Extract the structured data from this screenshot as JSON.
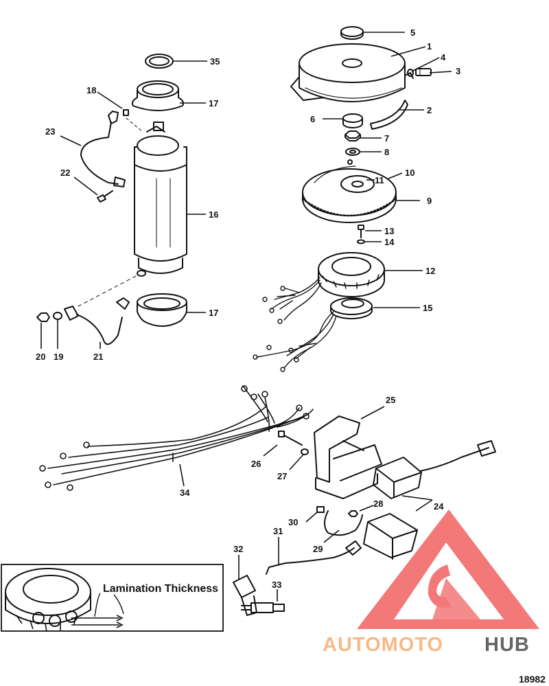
{
  "diagram": {
    "figure_number": "18982",
    "inset_label": "Lamination Thickness",
    "callouts": [
      {
        "id": "5",
        "text": "5"
      },
      {
        "id": "1",
        "text": "1"
      },
      {
        "id": "4",
        "text": "4"
      },
      {
        "id": "3",
        "text": "3"
      },
      {
        "id": "2",
        "text": "2"
      },
      {
        "id": "6",
        "text": "6"
      },
      {
        "id": "7",
        "text": "7"
      },
      {
        "id": "8",
        "text": "8"
      },
      {
        "id": "10",
        "text": "10"
      },
      {
        "id": "11",
        "text": "11"
      },
      {
        "id": "9",
        "text": "9"
      },
      {
        "id": "13",
        "text": "13"
      },
      {
        "id": "14",
        "text": "14"
      },
      {
        "id": "12",
        "text": "12"
      },
      {
        "id": "15",
        "text": "15"
      },
      {
        "id": "35",
        "text": "35"
      },
      {
        "id": "18",
        "text": "18"
      },
      {
        "id": "17a",
        "text": "17"
      },
      {
        "id": "23",
        "text": "23"
      },
      {
        "id": "22",
        "text": "22"
      },
      {
        "id": "16",
        "text": "16"
      },
      {
        "id": "17b",
        "text": "17"
      },
      {
        "id": "20",
        "text": "20"
      },
      {
        "id": "19",
        "text": "19"
      },
      {
        "id": "21",
        "text": "21"
      },
      {
        "id": "25",
        "text": "25"
      },
      {
        "id": "26",
        "text": "26"
      },
      {
        "id": "27",
        "text": "27"
      },
      {
        "id": "34",
        "text": "34"
      },
      {
        "id": "24",
        "text": "24"
      },
      {
        "id": "28",
        "text": "28"
      },
      {
        "id": "30",
        "text": "30"
      },
      {
        "id": "31",
        "text": "31"
      },
      {
        "id": "29",
        "text": "29"
      },
      {
        "id": "32",
        "text": "32"
      },
      {
        "id": "33",
        "text": "33"
      }
    ]
  },
  "watermark": {
    "logo_name": "automotohub-logo",
    "text_part1": "AUTOMOTO",
    "text_part2": "HUB",
    "color_primary": "#f26a6a",
    "color_secondary": "#f7b27a",
    "color_dark": "#555555"
  }
}
